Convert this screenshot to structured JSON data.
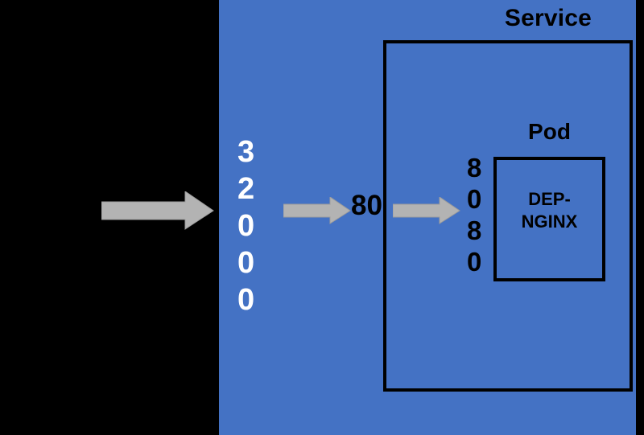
{
  "diagram": {
    "type": "kubernetes-networking-diagram",
    "background_color": "#000000",
    "cluster": {
      "name": "cluster-panel",
      "color": "#4472C4"
    },
    "service": {
      "label": "Service",
      "border_color": "#000000",
      "port_inbound": {
        "name": "node-port",
        "value": "32000",
        "digits": [
          "3",
          "2",
          "0",
          "0",
          "0"
        ],
        "color": "#FFFFFF"
      },
      "port_service": {
        "name": "service-port",
        "value": "80",
        "color": "#000000"
      }
    },
    "pod": {
      "label": "Pod",
      "deployment_label": "DEP-\nNGINX",
      "deployment_line1": "DEP-",
      "deployment_line2": "NGINX",
      "target_port": {
        "name": "target-port",
        "value": "8080",
        "digits": [
          "8",
          "0",
          "8",
          "0"
        ],
        "color": "#000000"
      }
    },
    "arrows": [
      {
        "name": "external-traffic-arrow",
        "color": "#B3B3B3"
      },
      {
        "name": "nodeport-to-service-arrow",
        "color": "#B3B3B3"
      },
      {
        "name": "service-to-pod-arrow",
        "color": "#B3B3B3"
      }
    ]
  }
}
